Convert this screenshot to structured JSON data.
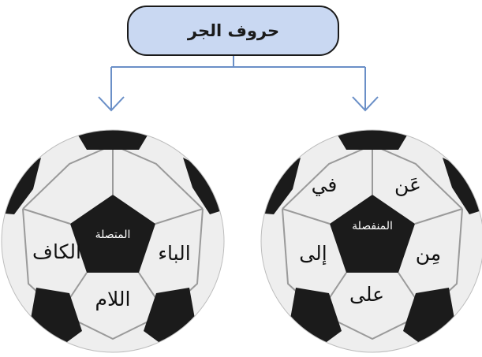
{
  "title": "حروف الجر",
  "colors": {
    "title_fill": "#c9d8f2",
    "title_stroke": "#1a1a1a",
    "arrow": "#6a8fc7",
    "ball_white": "#eeeeee",
    "ball_black": "#1b1b1b",
    "seam": "#9a9a9a"
  },
  "left_ball": {
    "center_label": "المتصلة",
    "words": [
      "الباء",
      "اللام",
      "الكاف"
    ]
  },
  "right_ball": {
    "center_label": "المنفصلة",
    "words": [
      "عَن",
      "مِن",
      "على",
      "إلى",
      "في"
    ]
  }
}
